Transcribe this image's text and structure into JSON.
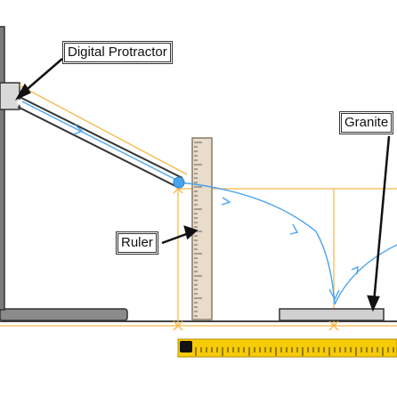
{
  "labels": {
    "protractor": "Digital Protractor",
    "granite": "Granite",
    "ruler": "Ruler"
  },
  "colors": {
    "stand": "#7a7a7a",
    "stand_dark": "#3a3a3a",
    "protractor_fill": "#d9d9d9",
    "ruler_fill": "#e8dccb",
    "ruler_edge": "#8a7a66",
    "trajectory": "#4aa3ee",
    "guide": "#f5b94a",
    "ball": "#4aa3ee",
    "tape_yellow": "#f6cb06",
    "tape_black": "#111111",
    "granite_fill": "#d0d0d0"
  },
  "icons": {
    "arrow": "arrowhead-icon"
  }
}
